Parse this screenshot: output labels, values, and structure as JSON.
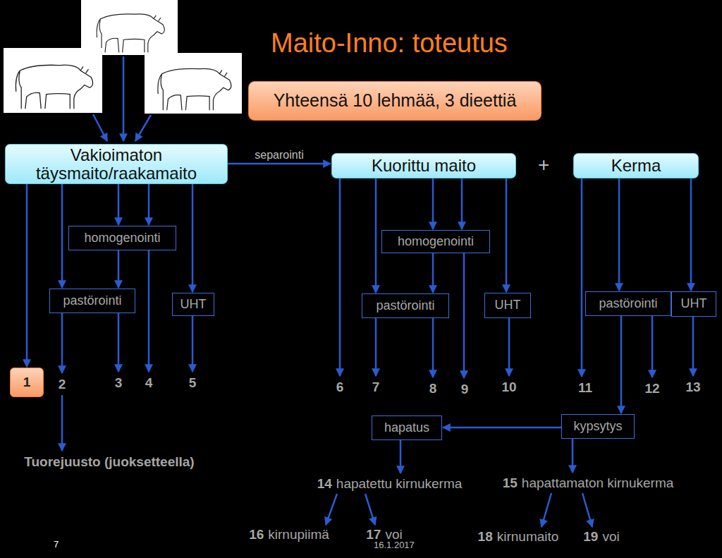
{
  "diagram": {
    "title": "Maito-Inno: toteutus",
    "nodes": [
      {
        "text": [
          "Yhteensä 10 lehmää, 3 dieettiä"
        ]
      },
      {
        "text": [
          "Vakioimaton täysmaito/raakamaito"
        ]
      },
      {
        "text": [
          "Kuorittu maito"
        ]
      },
      {
        "text": [
          "Kerma"
        ]
      },
      {
        "text": [
          "homogenointi"
        ]
      },
      {
        "text": [
          "homogenointi"
        ]
      },
      {
        "text": [
          "pastörointi"
        ]
      },
      {
        "text": [
          "UHT"
        ]
      },
      {
        "text": [
          "pastörointi"
        ]
      },
      {
        "text": [
          "UHT"
        ]
      },
      {
        "text": [
          "pastörointi"
        ]
      },
      {
        "text": [
          "UHT"
        ]
      },
      {
        "text": [
          "1"
        ]
      },
      {
        "text": [
          "2"
        ]
      },
      {
        "text": [
          "3"
        ]
      },
      {
        "text": [
          "4"
        ]
      },
      {
        "text": [
          "5"
        ]
      },
      {
        "text": [
          "6"
        ]
      },
      {
        "text": [
          "7"
        ]
      },
      {
        "text": [
          "8"
        ]
      },
      {
        "text": [
          "9"
        ]
      },
      {
        "text": [
          "10"
        ]
      },
      {
        "text": [
          "11"
        ]
      },
      {
        "text": [
          "12"
        ]
      },
      {
        "text": [
          "13"
        ]
      },
      {
        "text": [
          "hapatus"
        ]
      },
      {
        "text": [
          "kypsytys"
        ]
      },
      {
        "text": [
          "Tuorejuusto (juoksetteella)"
        ]
      },
      {
        "text": [
          "14",
          "hapatettu kirnukerma"
        ]
      },
      {
        "text": [
          "15",
          "hapattamaton kirnukerma"
        ]
      },
      {
        "text": [
          "16",
          "kirnupiimä"
        ]
      },
      {
        "text": [
          "17",
          "voi"
        ]
      },
      {
        "text": [
          "18",
          "kirnumaito"
        ]
      },
      {
        "text": [
          "19",
          "voi"
        ]
      }
    ],
    "edges": [
      {
        "from": 1,
        "to": 12,
        "arrow": "to"
      },
      {
        "from": 1,
        "to": 6,
        "arrow": "to"
      },
      {
        "from": 1,
        "to": 4,
        "arrow": "to"
      },
      {
        "from": 1,
        "to": 4,
        "arrow": "to"
      },
      {
        "from": 1,
        "to": 7,
        "arrow": "to"
      },
      {
        "from": 1,
        "to": 2,
        "label": "separointi",
        "arrow": "to"
      },
      {
        "from": 4,
        "to": 6,
        "arrow": "to"
      },
      {
        "from": 4,
        "to": 15,
        "arrow": "to"
      },
      {
        "from": 6,
        "to": 13,
        "arrow": "to"
      },
      {
        "from": 6,
        "to": 14,
        "arrow": "to"
      },
      {
        "from": 7,
        "to": 16,
        "arrow": "to"
      },
      {
        "from": 2,
        "to": 17,
        "arrow": "to"
      },
      {
        "from": 2,
        "to": 8,
        "arrow": "to"
      },
      {
        "from": 2,
        "to": 5,
        "arrow": "to"
      },
      {
        "from": 2,
        "to": 5,
        "arrow": "to"
      },
      {
        "from": 2,
        "to": 9,
        "arrow": "to"
      },
      {
        "from": 5,
        "to": 8,
        "arrow": "to"
      },
      {
        "from": 5,
        "to": 20,
        "arrow": "to"
      },
      {
        "from": 8,
        "to": 18,
        "arrow": "to"
      },
      {
        "from": 8,
        "to": 19,
        "arrow": "to"
      },
      {
        "from": 9,
        "to": 21,
        "arrow": "to"
      },
      {
        "from": 3,
        "to": 22,
        "arrow": "to"
      },
      {
        "from": 3,
        "to": 10,
        "arrow": "to"
      },
      {
        "from": 3,
        "to": 11,
        "arrow": "to"
      },
      {
        "from": 10,
        "to": 23,
        "arrow": "to"
      },
      {
        "from": 10,
        "to": 26,
        "arrow": "to"
      },
      {
        "from": 11,
        "to": 24,
        "arrow": "to"
      },
      {
        "from": 26,
        "to": 25,
        "arrow": "to"
      },
      {
        "from": 25,
        "to": 28,
        "arrow": "to"
      },
      {
        "from": 26,
        "to": 29,
        "arrow": "to"
      },
      {
        "from": 28,
        "to": 30,
        "arrow": "to"
      },
      {
        "from": 28,
        "to": 31,
        "arrow": "to"
      },
      {
        "from": 29,
        "to": 32,
        "arrow": "to"
      },
      {
        "from": 29,
        "to": 33,
        "arrow": "to"
      },
      {
        "from": 13,
        "to": 27,
        "arrow": "to"
      }
    ],
    "labels": [
      "+",
      "7",
      "16.1.2017"
    ]
  }
}
